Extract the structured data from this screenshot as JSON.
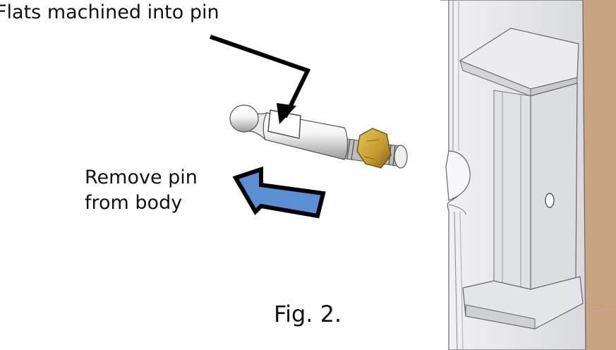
{
  "labels": {
    "flats": "Flats machined into pin",
    "remove_line1": "Remove pin",
    "remove_line2": "from body",
    "figure": "Fig. 2."
  },
  "colors": {
    "pointer_arrow": "#000000",
    "remove_arrow_fill": "#5b8fd4",
    "nut_fill": "#c9a43c",
    "pin_fill": "#f2f2f2",
    "body_fill": "#e6e7ea",
    "wood_fill": "#c8a482",
    "line": "#555555"
  },
  "icons": {
    "pointer": "black-pointer-arrow",
    "direction": "blue-left-arrow"
  }
}
